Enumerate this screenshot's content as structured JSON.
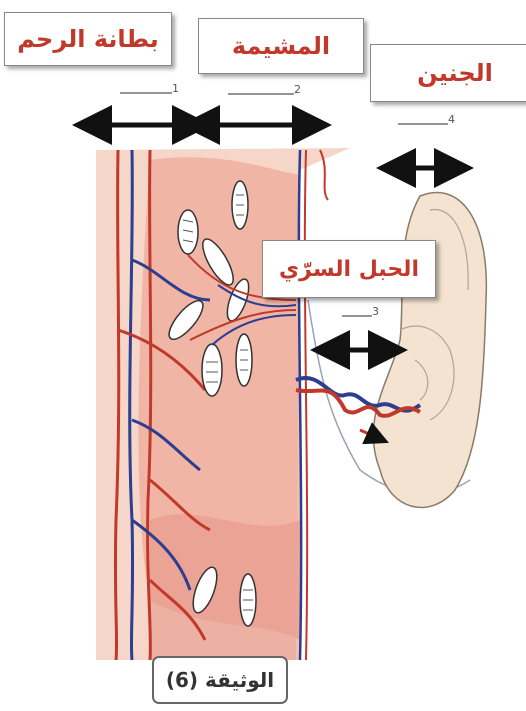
{
  "labels": {
    "endometrium": "بطانة الرحم",
    "placenta": "المشيمة",
    "fetus": "الجنين",
    "umbilical_cord": "الحبل السرّي"
  },
  "markers": [
    "1",
    "2",
    "3",
    "4"
  ],
  "caption": "الوثيقة (6)",
  "colors": {
    "label_text": "#c0392b",
    "artery": "#c0392b",
    "vein": "#2c3e8f",
    "tissue_pink": "#f4b9a8",
    "fetal_skin": "#f3e3d0",
    "arrow": "#111111"
  }
}
